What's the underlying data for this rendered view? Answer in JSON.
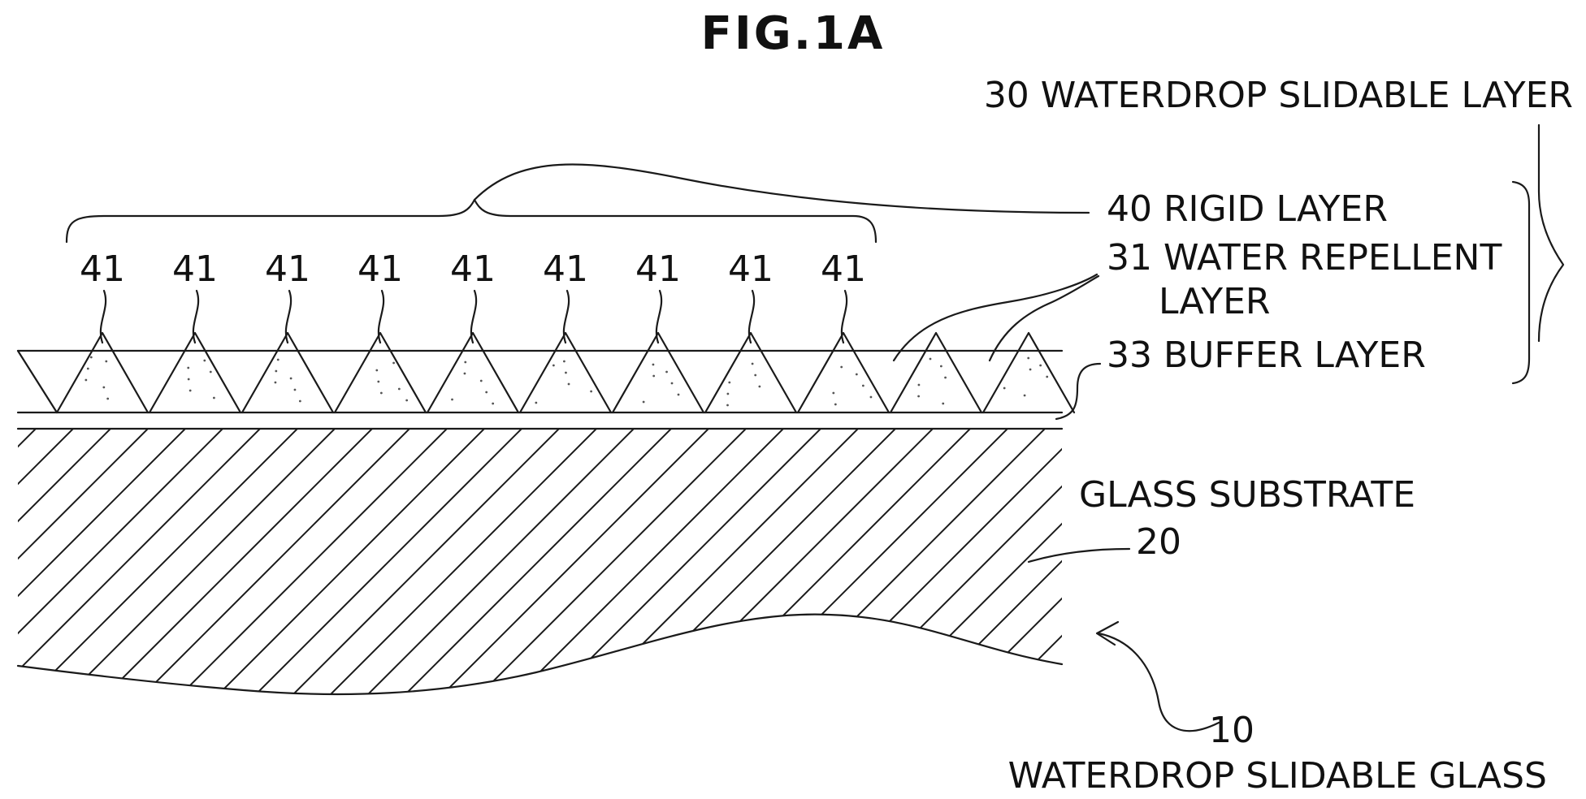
{
  "figure": {
    "title": "FIG.1A"
  },
  "labels": {
    "waterdrop_slidable_layer": "30 WATERDROP SLIDABLE LAYER",
    "rigid_layer": "40 RIGID LAYER",
    "water_repellent_layer_line1": "31 WATER REPELLENT",
    "water_repellent_layer_line2": "LAYER",
    "buffer_layer": "33 BUFFER LAYER",
    "glass_substrate": "GLASS SUBSTRATE",
    "glass_substrate_number": "20",
    "waterdrop_slidable_glass_number": "10",
    "waterdrop_slidable_glass": "WATERDROP SLIDABLE GLASS"
  },
  "particles": {
    "label": "41",
    "labeled_count": 9,
    "total_count": 11
  }
}
